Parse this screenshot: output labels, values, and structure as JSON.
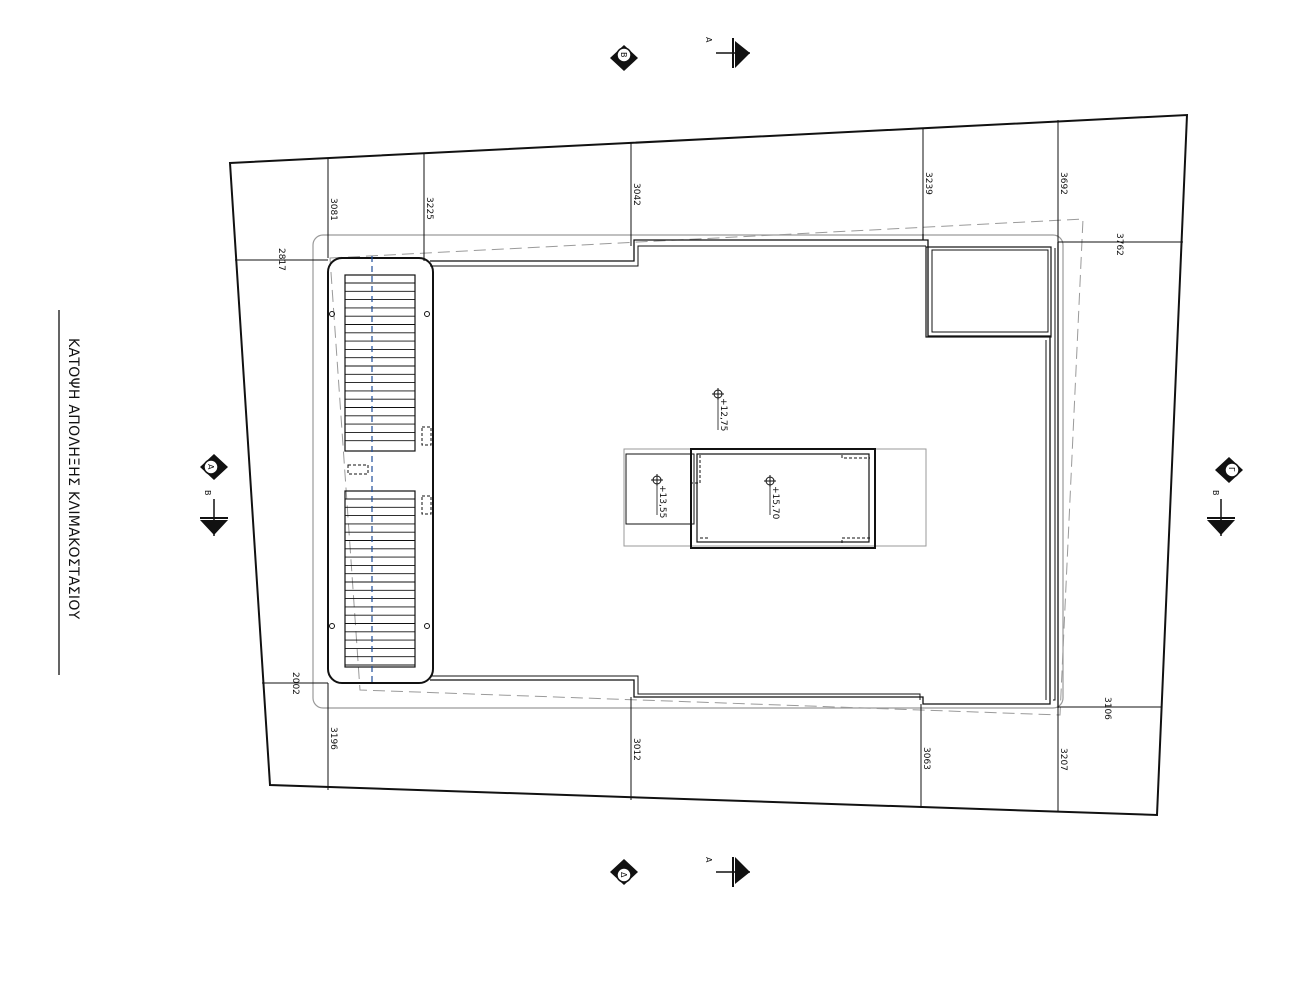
{
  "drawing": {
    "title": "ΚΑΤΟΨΗ ΑΠΟΛΗΞΗΣ ΚΛΙΜΑΚΟΣΤΑΣΙΟΥ"
  },
  "dimensions": {
    "top": [
      "3081",
      "3225",
      "3042",
      "3239",
      "3692"
    ],
    "bottom": [
      "3196",
      "3012",
      "3063",
      "3207"
    ],
    "left": [
      "2817",
      "2002"
    ],
    "right": [
      "3762",
      "3106"
    ]
  },
  "levels": {
    "roof": "+12,75",
    "stair_top": "+15,70",
    "landing": "+13,55"
  },
  "section_marks": {
    "a": "A",
    "b": "B",
    "g": "Γ",
    "d": "Δ"
  },
  "colors": {
    "line": "#111111",
    "grey": "#9a9a9a",
    "axis": "#1f4e9a"
  }
}
